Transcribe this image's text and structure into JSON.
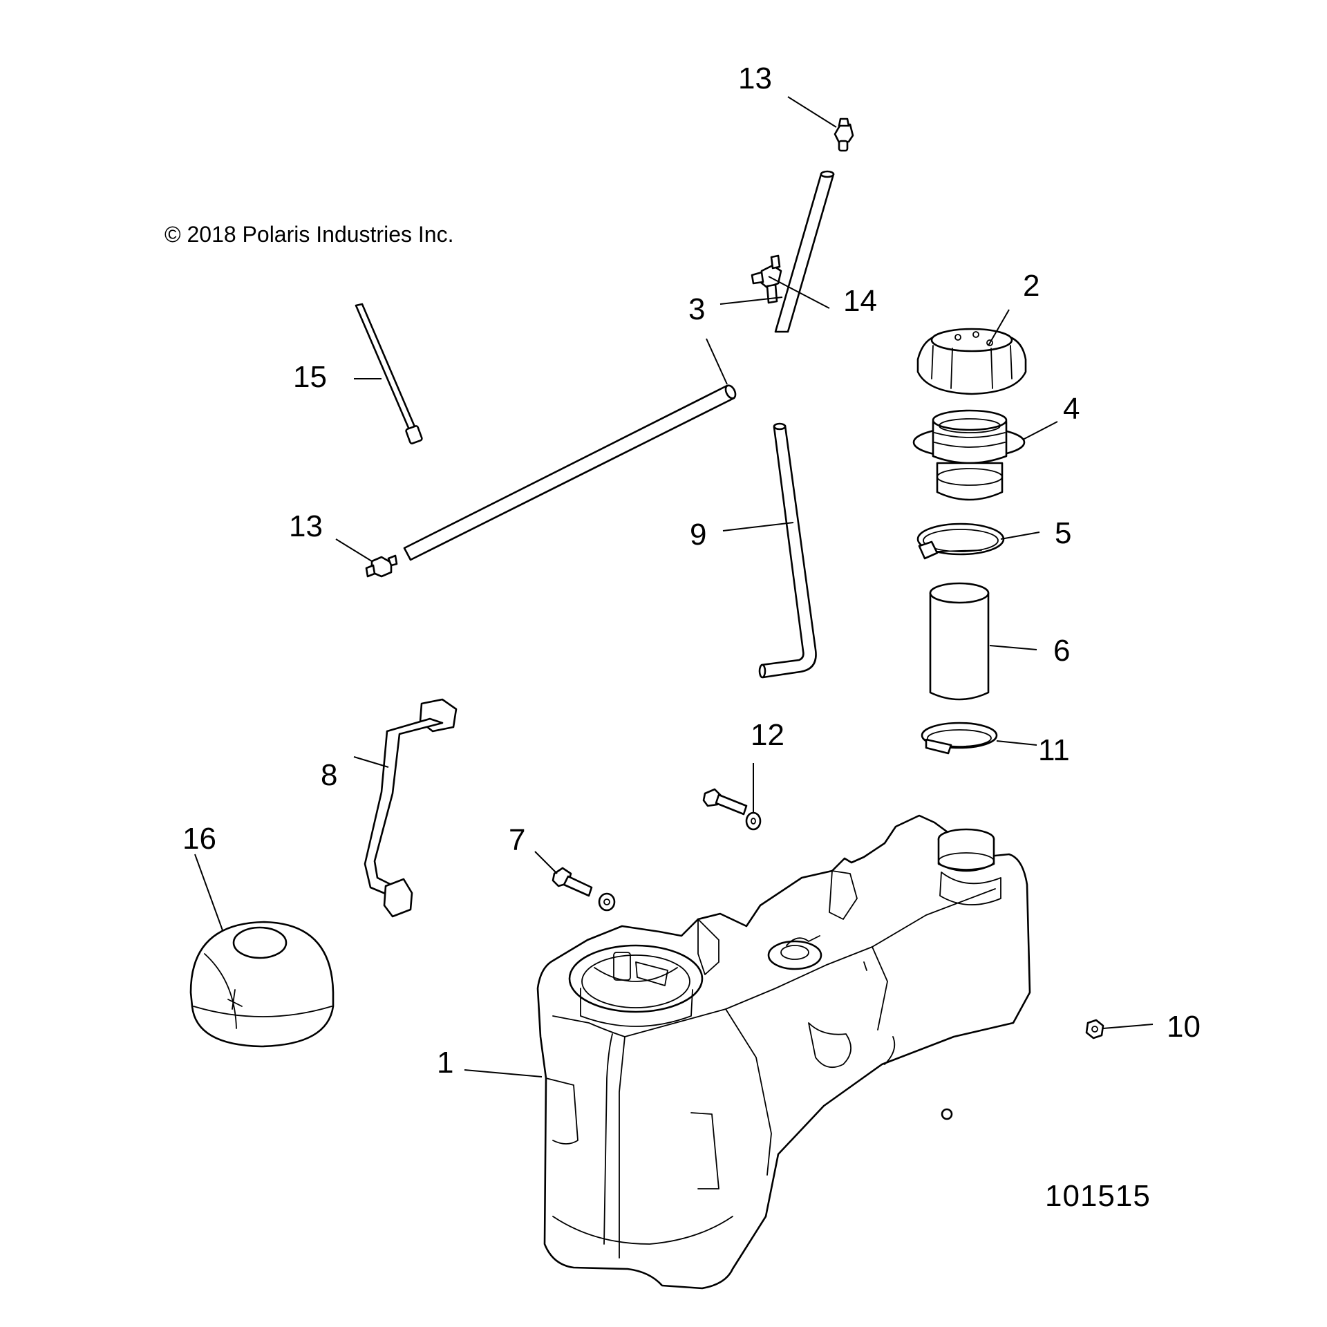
{
  "copyright": "© 2018 Polaris Industries Inc.",
  "drawing_number": "101515",
  "callouts": {
    "c1": "1",
    "c2": "2",
    "c3": "3",
    "c4": "4",
    "c5": "5",
    "c6": "6",
    "c7": "7",
    "c8": "8",
    "c9": "9",
    "c10": "10",
    "c11": "11",
    "c12": "12",
    "c13a": "13",
    "c13b": "13",
    "c14": "14",
    "c15": "15",
    "c16": "16"
  }
}
